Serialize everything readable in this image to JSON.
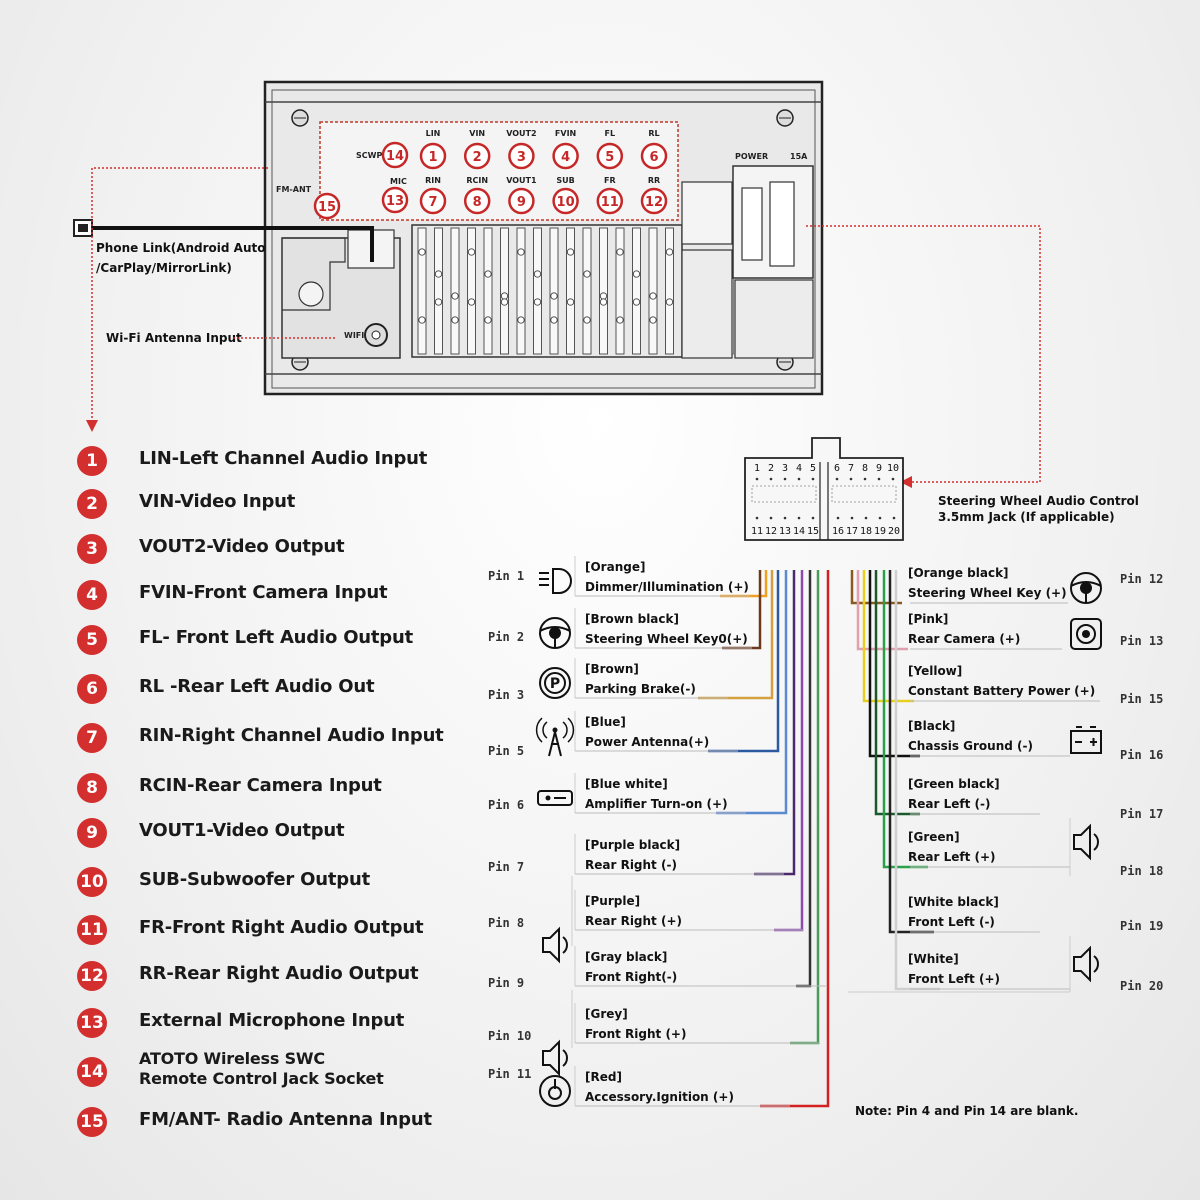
{
  "stereo": {
    "port_labels_top": [
      "LIN",
      "VIN",
      "VOUT2",
      "FVIN",
      "FL",
      "RL"
    ],
    "port_labels_bottom": [
      "RIN",
      "RCIN",
      "VOUT1",
      "SUB",
      "FR",
      "RR"
    ],
    "port_numbers_top": [
      "1",
      "2",
      "3",
      "4",
      "5",
      "6"
    ],
    "port_numbers_bottom": [
      "7",
      "8",
      "9",
      "10",
      "11",
      "12"
    ],
    "swc_label": "SCWP",
    "swc_number": "14",
    "mic_label": "MIC",
    "mic_number": "13",
    "fm_label": "FM-ANT",
    "fm_number": "15",
    "power_label": "POWER",
    "fuse_label": "15A",
    "wifi_label": "WIFI"
  },
  "callouts": {
    "phone_link_line1": "Phone Link(Android Auto",
    "phone_link_line2": "/CarPlay/MirrorLink)",
    "wifi_antenna": "Wi-Fi Antenna Input",
    "steering_line1": "Steering Wheel Audio Control",
    "steering_line2": "3.5mm Jack (If applicable)",
    "note": "Note: Pin 4 and Pin 14 are blank."
  },
  "connector": {
    "top_numbers": [
      "1",
      "2",
      "3",
      "4",
      "5",
      "6",
      "7",
      "8",
      "9",
      "10"
    ],
    "bottom_numbers": [
      "11",
      "12",
      "13",
      "14",
      "15",
      "16",
      "17",
      "18",
      "19",
      "20"
    ]
  },
  "legend": [
    {
      "num": "1",
      "text": "LIN-Left Channel Audio Input"
    },
    {
      "num": "2",
      "text": "VIN-Video Input"
    },
    {
      "num": "3",
      "text": "VOUT2-Video Output"
    },
    {
      "num": "4",
      "text": "FVIN-Front Camera Input"
    },
    {
      "num": "5",
      "text": "FL- Front Left Audio Output"
    },
    {
      "num": "6",
      "text": "RL -Rear Left Audio Out"
    },
    {
      "num": "7",
      "text": "RIN-Right Channel Audio Input"
    },
    {
      "num": "8",
      "text": "RCIN-Rear Camera Input"
    },
    {
      "num": "9",
      "text": "VOUT1-Video Output"
    },
    {
      "num": "10",
      "text": "SUB-Subwoofer Output"
    },
    {
      "num": "11",
      "text": "FR-Front Right Audio Output"
    },
    {
      "num": "12",
      "text": "RR-Rear Right Audio Output"
    },
    {
      "num": "13",
      "text": "External Microphone Input"
    },
    {
      "num": "14",
      "text": "ATOTO Wireless SWC Remote Control Jack Socket"
    },
    {
      "num": "15",
      "text": "FM/ANT- Radio Antenna Input"
    }
  ],
  "left_pins": [
    {
      "pin": "Pin 1",
      "color_name": "[Orange]",
      "func": "Dimmer/Illumination (+)",
      "wire": "#f0a020",
      "icon": "dimmer-icon"
    },
    {
      "pin": "Pin 2",
      "color_name": "[Brown black]",
      "func": "Steering Wheel Key0(+)",
      "wire": "#6b3a1e",
      "icon": "steering-wheel-icon"
    },
    {
      "pin": "Pin 3",
      "color_name": "[Brown]",
      "func": "Parking Brake(-)",
      "wire": "#d4a040",
      "icon": "parking-icon"
    },
    {
      "pin": "Pin 5",
      "color_name": "[Blue]",
      "func": "Power Antenna(+)",
      "wire": "#2c5aa0",
      "icon": "antenna-icon"
    },
    {
      "pin": "Pin 6",
      "color_name": "[Blue white]",
      "func": "Amplifier Turn-on (+)",
      "wire": "#5a8ad0",
      "icon": "amplifier-icon"
    },
    {
      "pin": "Pin 7",
      "color_name": "[Purple black]",
      "func": "Rear Right (-)",
      "wire": "#4a2a6a",
      "icon": ""
    },
    {
      "pin": "Pin 8",
      "color_name": "[Purple]",
      "func": "Rear Right (+)",
      "wire": "#8a4ab0",
      "icon": "speaker-icon"
    },
    {
      "pin": "Pin 9",
      "color_name": "[Gray black]",
      "func": "Front Right(-)",
      "wire": "#333333",
      "icon": ""
    },
    {
      "pin": "Pin 10",
      "color_name": "[Grey]",
      "func": "Front Right (+)",
      "wire": "#4a9a5a",
      "icon": "speaker-icon"
    },
    {
      "pin": "Pin 11",
      "color_name": "[Red]",
      "func": "Accessory.Ignition (+)",
      "wire": "#d42020",
      "icon": "ignition-icon"
    }
  ],
  "right_pins": [
    {
      "pin": "Pin 12",
      "color_name": "[Orange black]",
      "func": "Steering Wheel Key (+)",
      "wire": "#8a5a20",
      "icon": "steering-wheel-icon"
    },
    {
      "pin": "Pin 13",
      "color_name": "[Pink]",
      "func": "Rear Camera (+)",
      "wire": "#e0a0b0",
      "icon": "camera-icon"
    },
    {
      "pin": "Pin 15",
      "color_name": "[Yellow]",
      "func": "Constant Battery Power (+)",
      "wire": "#e8d020",
      "icon": ""
    },
    {
      "pin": "Pin 16",
      "color_name": "[Black]",
      "func": "Chassis Ground (-)",
      "wire": "#111111",
      "icon": "battery-icon"
    },
    {
      "pin": "Pin 17",
      "color_name": "[Green black]",
      "func": "Rear Left (-)",
      "wire": "#1a5a2a",
      "icon": ""
    },
    {
      "pin": "Pin 18",
      "color_name": "[Green]",
      "func": "Rear Left (+)",
      "wire": "#2aa04a",
      "icon": "speaker-icon"
    },
    {
      "pin": "Pin 19",
      "color_name": "[White black]",
      "func": "Front Left (-)",
      "wire": "#222222",
      "icon": ""
    },
    {
      "pin": "Pin 20",
      "color_name": "[White]",
      "func": "Front Left (+)",
      "wire": "#cfcfcf",
      "icon": "speaker-icon"
    }
  ],
  "colors": {
    "accent_red": "#d32f2f",
    "dotted_red": "#d32f2f"
  }
}
